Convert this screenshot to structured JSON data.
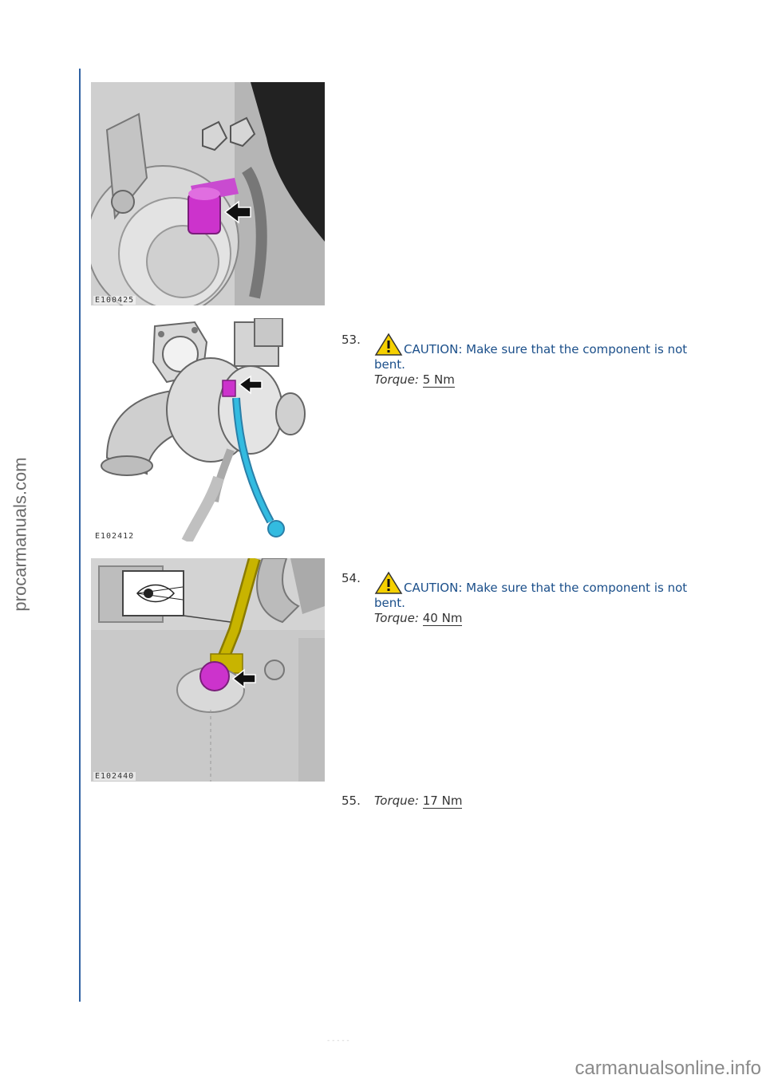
{
  "watermark_side": "procarmanuals.com",
  "watermark_bottom": "carmanualsonline.info",
  "footer_mark": "- - -  - -",
  "figures": [
    {
      "code": "E100425"
    },
    {
      "code": "E102412"
    },
    {
      "code": "E102440"
    }
  ],
  "steps": [
    {
      "number": "53.",
      "caution": "CAUTION: Make sure that the component is not bent.",
      "torque_label": "Torque:",
      "torque_value": "5 Nm"
    },
    {
      "number": "54.",
      "caution": "CAUTION: Make sure that the component is not bent.",
      "torque_label": "Torque:",
      "torque_value": "40 Nm"
    },
    {
      "number": "55.",
      "torque_label": "Torque:",
      "torque_value": "17 Nm"
    }
  ],
  "colors": {
    "accent": "#2f62a3",
    "caution_text": "#1b4f8a",
    "highlight_magenta": "#cc33cc",
    "highlight_cyan": "#33bbe0",
    "highlight_yellow": "#c8b400",
    "warning_yellow": "#f5d000"
  }
}
